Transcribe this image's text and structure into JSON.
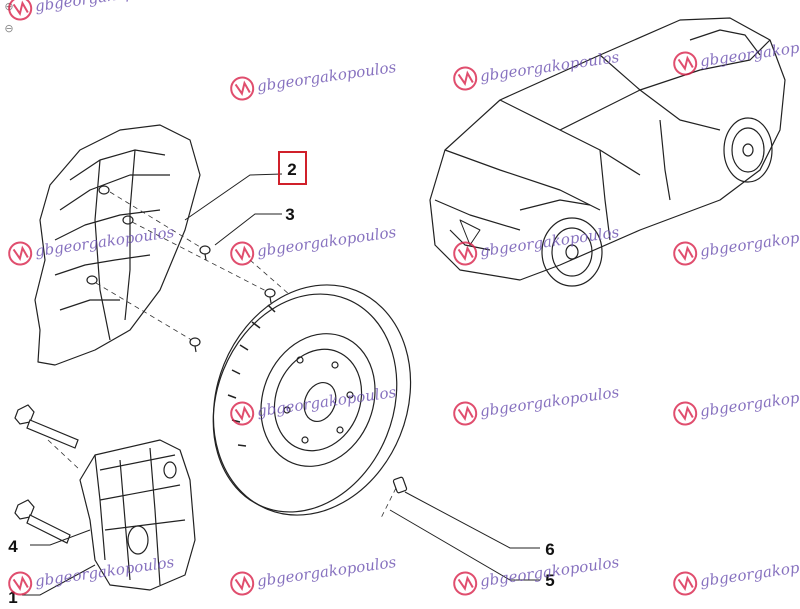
{
  "diagram": {
    "callouts": [
      {
        "id": "1",
        "label": "1"
      },
      {
        "id": "2",
        "label": "2",
        "highlighted": true
      },
      {
        "id": "3",
        "label": "3"
      },
      {
        "id": "4",
        "label": "4"
      },
      {
        "id": "5",
        "label": "5"
      },
      {
        "id": "6",
        "label": "6"
      }
    ],
    "watermark": {
      "text": "gbgeorgakopoulos",
      "color": "#6a4fb0",
      "logo_color": "#d9224a"
    },
    "highlight_color": "#d0202a",
    "line_color": "#222222"
  },
  "viewer_controls": {
    "zoom_in_icon": "magnifier-plus-icon",
    "zoom_out_icon": "magnifier-minus-icon"
  }
}
